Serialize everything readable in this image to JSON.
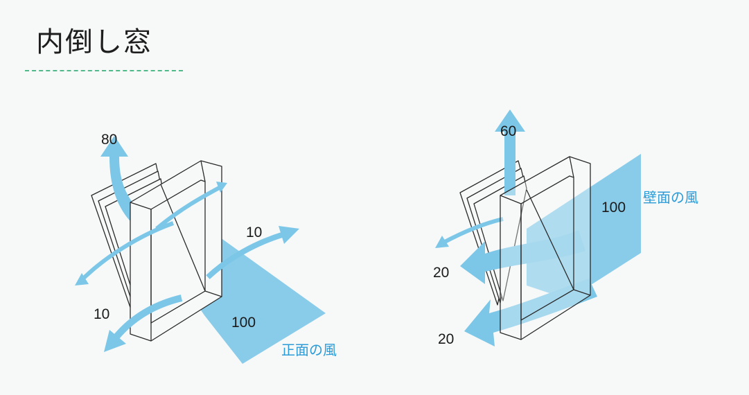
{
  "title": "内倒し窓",
  "colors": {
    "wind": "#7cc7e8",
    "label": "#2d9bd6",
    "accent": "#4fb98a"
  },
  "left_diagram": {
    "top_value": "80",
    "right_value": "10",
    "left_value": "10",
    "main_value": "100",
    "wind_label": "正面の風"
  },
  "right_diagram": {
    "top_value": "60",
    "main_value": "100",
    "wind_label": "壁面の風",
    "upper_left_value": "20",
    "lower_left_value": "20"
  }
}
